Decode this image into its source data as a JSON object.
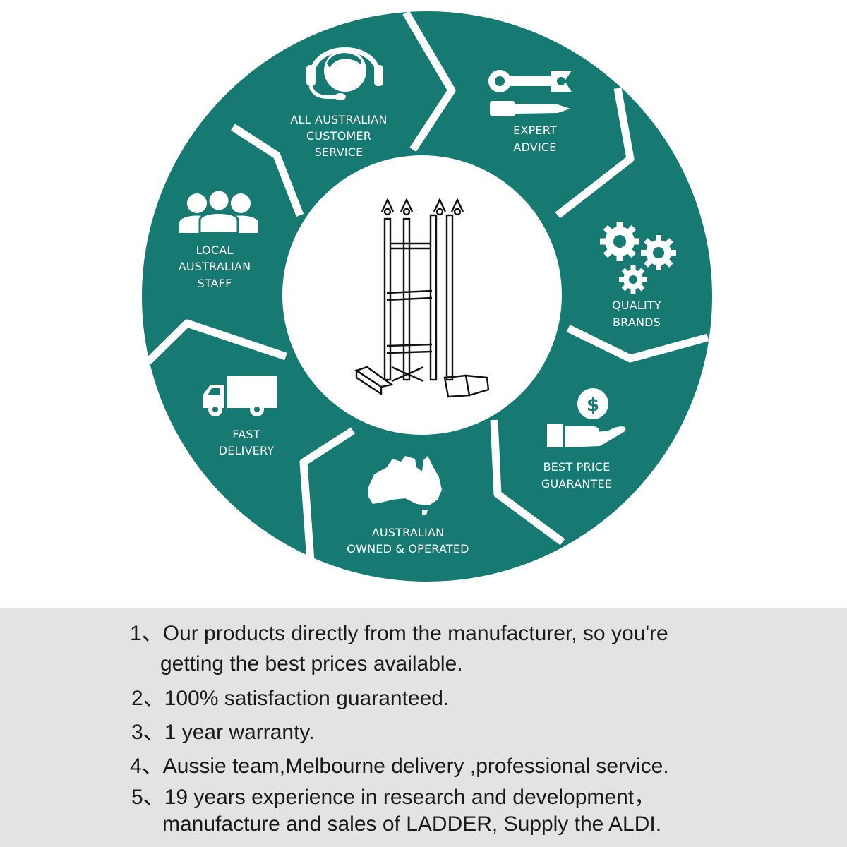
{
  "colors": {
    "teal": "#167a72",
    "panel": "#e3e3e3",
    "text": "#1a1a1a"
  },
  "segments": [
    {
      "icon": "headset-agent-icon",
      "lines": [
        "ALL AUSTRALIAN",
        "CUSTOMER",
        "SERVICE"
      ]
    },
    {
      "icon": "wrench-screwdriver-icon",
      "lines": [
        "EXPERT",
        "ADVICE"
      ]
    },
    {
      "icon": "gears-icon",
      "lines": [
        "QUALITY",
        "BRANDS"
      ]
    },
    {
      "icon": "hand-dollar-icon",
      "lines": [
        "BEST PRICE",
        "GUARANTEE"
      ]
    },
    {
      "icon": "australia-map-icon",
      "lines": [
        "AUSTRALIAN",
        "OWNED & OPERATED"
      ]
    },
    {
      "icon": "delivery-truck-icon",
      "lines": [
        "FAST",
        "DELIVERY"
      ]
    },
    {
      "icon": "staff-group-icon",
      "lines": [
        "LOCAL",
        "AUSTRALIAN",
        "STAFF"
      ]
    }
  ],
  "center_icon": "folding-ladder-icon",
  "points": [
    {
      "n": "1、",
      "lines": [
        "Our products directly from the manufacturer, so you're",
        "getting the best prices available."
      ]
    },
    {
      "n": "2、",
      "lines": [
        "100% satisfaction guaranteed."
      ]
    },
    {
      "n": "3、",
      "lines": [
        "1 year warranty."
      ]
    },
    {
      "n": "4、",
      "lines": [
        "Aussie team,Melbourne delivery ,professional service."
      ]
    },
    {
      "n": "5、",
      "lines": [
        "19 years experience in research and development，",
        "manufacture and sales of LADDER, Supply the  ALDI."
      ]
    }
  ]
}
